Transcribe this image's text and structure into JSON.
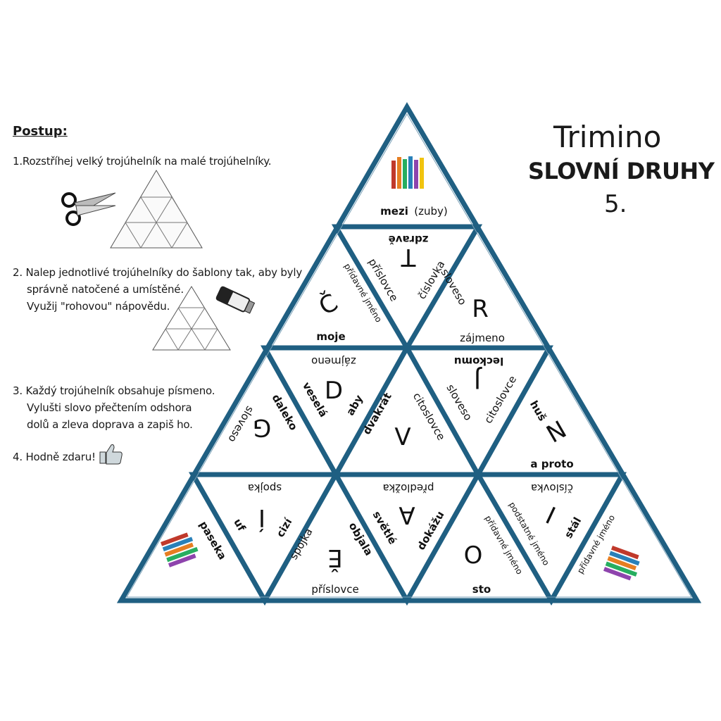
{
  "title": {
    "line1": "Trimino",
    "line2": "SLOVNÍ DRUHY",
    "line3": "5."
  },
  "instructions": {
    "heading": "Postup:",
    "step1": "1.Rozstříhej velký trojúhelník na malé trojúhelníky.",
    "step2_l1": "2. Nalep jednotlivé trojúhelníky do šablony  tak, aby byly",
    "step2_l2": "správně natočené a umístěné.",
    "step2_l3": "Využij \"rohovou\" nápovědu.",
    "step3_l1": "3. Každý trojúhelník obsahuje písmeno.",
    "step3_l2": "Vylušti slovo přečtením odshora",
    "step3_l3": "dolů a zleva doprava a zapiš ho.",
    "step4": "4. Hodně zdaru!"
  },
  "colors": {
    "border": "#1f5f82",
    "text": "#1a1a1a",
    "line": "#333333"
  },
  "icons": [
    "scissors-icon",
    "glue-stick-icon",
    "thumbs-up-icon",
    "pencils-icon"
  ],
  "pyramid": {
    "letters": [
      "T",
      "Č",
      "R",
      "D",
      "J",
      "G",
      "V",
      "N",
      "I",
      "A",
      "Í",
      "Ě",
      "O"
    ],
    "labels": {
      "t1": "mezi",
      "t1_sub": "(zuby)",
      "t2": "zdravě",
      "t3": "příslovce",
      "t4": "číslovka",
      "t5": "přídavné jméno",
      "t6": "moje",
      "t7": "sloveso",
      "t8": "zájmeno",
      "t9": "zájmeno",
      "t10": "leckomu",
      "t11": "veselá",
      "t12": "aby",
      "t13": "dvakrát",
      "t14": "citoslovce",
      "t15": "sloveso",
      "t16": "citoslovce",
      "t17": "sloveso",
      "t18": "daleko",
      "t19": "huš",
      "t20": "a proto",
      "t21": "spojka",
      "t22": "předložka",
      "t23": "číslovka",
      "t24": "pasekа",
      "t25": "uf",
      "t26": "cizí",
      "t27": "spojka",
      "t28": "objala",
      "t29": "světlé",
      "t30": "dokážu",
      "t31": "podstatné jméno",
      "t32": "přídavné jméno",
      "t33": "stál",
      "t34": "přídavné jméno",
      "t35": "příslovce",
      "t36": "sto"
    }
  }
}
